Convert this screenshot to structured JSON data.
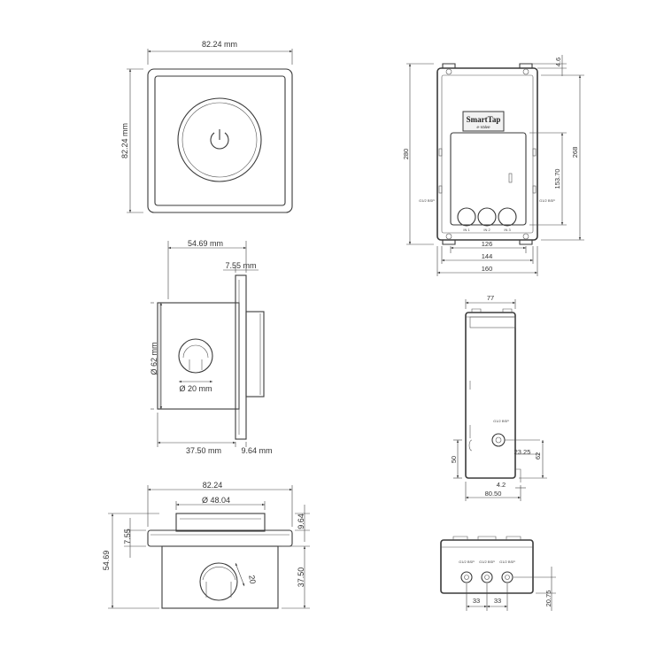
{
  "front_view": {
    "width_label": "82.24 mm",
    "height_label": "82.24 mm"
  },
  "side_view": {
    "depth_label": "54.69 mm",
    "flange_label": "7.55 mm",
    "diameter_label": "Ø 62 mm",
    "hole_label": "Ø 20 mm",
    "box_depth_label": "37.50 mm",
    "plate_label": "9.64 mm"
  },
  "top_view": {
    "width_label": "82.24",
    "diameter_label": "Ø 48.04",
    "flange_label": "7.55",
    "plate_label": "9.64",
    "total_label": "54.69",
    "box_label": "37.50",
    "hole_label": "20"
  },
  "enclosure_front": {
    "offset_label": "4.6",
    "height_label": "280",
    "inner_height_label": "268",
    "window_height_label": "153.70",
    "inner_width_label": "126",
    "mid_width_label": "144",
    "total_width_label": "160",
    "gland_left_label": "G1/2 BSP",
    "gland_right_label": "G1/2 BSP",
    "port_labels": [
      "IN 1",
      "IN 2",
      "IN 3"
    ],
    "logo_title": "SmartTap",
    "logo_sub": "e-Valve"
  },
  "enclosure_side": {
    "depth_label": "77",
    "gland_label": "G1/2 BSP",
    "gland_offset_label": "23.25",
    "gland_height_label": "62",
    "lower_label": "50",
    "lip_label": "4.2",
    "base_label": "80.50"
  },
  "enclosure_bottom": {
    "gland_labels": [
      "G1/2 BSP",
      "G1/2 BSP",
      "G1/2 BSP"
    ],
    "spacing_labels": [
      "33",
      "33"
    ],
    "height_label": "20.75"
  }
}
